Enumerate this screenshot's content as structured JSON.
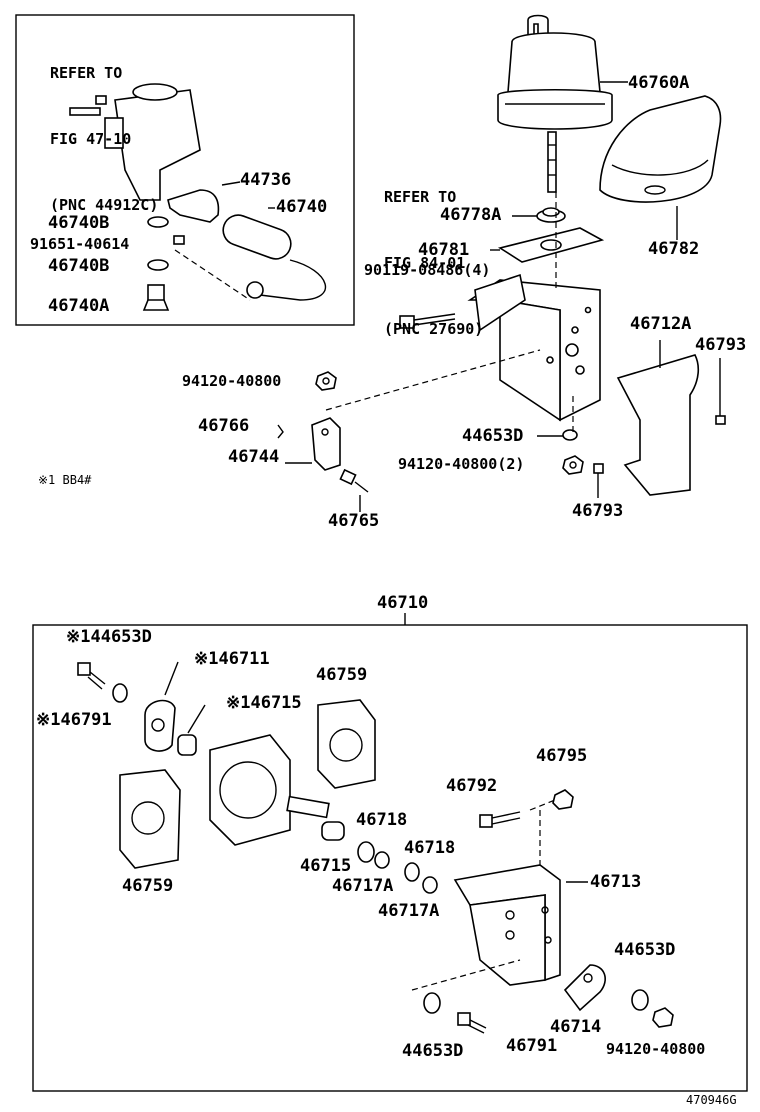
{
  "refs": {
    "fig47": [
      "REFER TO",
      "FIG 47-10",
      "(PNC 44912C)"
    ],
    "fig84": [
      "REFER TO",
      "FIG 84-01",
      "(PNC 27690)"
    ]
  },
  "labels": {
    "p46760A": "46760A",
    "p44736": "44736",
    "p46740": "46740",
    "p46740B_1": "46740B",
    "p91651": "91651-40614",
    "p46740B_2": "46740B",
    "p46740A": "46740A",
    "p46778A": "46778A",
    "p46782": "46782",
    "p46781": "46781",
    "p90119": "90119-08486(4)",
    "p46712A": "46712A",
    "p46793_1": "46793",
    "p94120_1": "94120-40800",
    "p46766": "46766",
    "p46744": "46744",
    "p44653D_1": "44653D",
    "p94120_2": "94120-40800(2)",
    "p46793_2": "46793",
    "p46765": "46765",
    "note": "※1 BB4#",
    "p46710": "46710",
    "p44653D_2": "※144653D",
    "p46711": "※146711",
    "p46791_1": "※146791",
    "p46715_1": "※146715",
    "p46759_1": "46759",
    "p46759_2": "46759",
    "p46795": "46795",
    "p46792": "46792",
    "p46718_1": "46718",
    "p46715_2": "46715",
    "p46717A_1": "46717A",
    "p46718_2": "46718",
    "p46717A_2": "46717A",
    "p46713": "46713",
    "p44653D_3": "44653D",
    "p46714": "46714",
    "p44653D_4": "44653D",
    "p46791_2": "46791",
    "p94120_3": "94120-40800",
    "fig_id": "470946G"
  }
}
